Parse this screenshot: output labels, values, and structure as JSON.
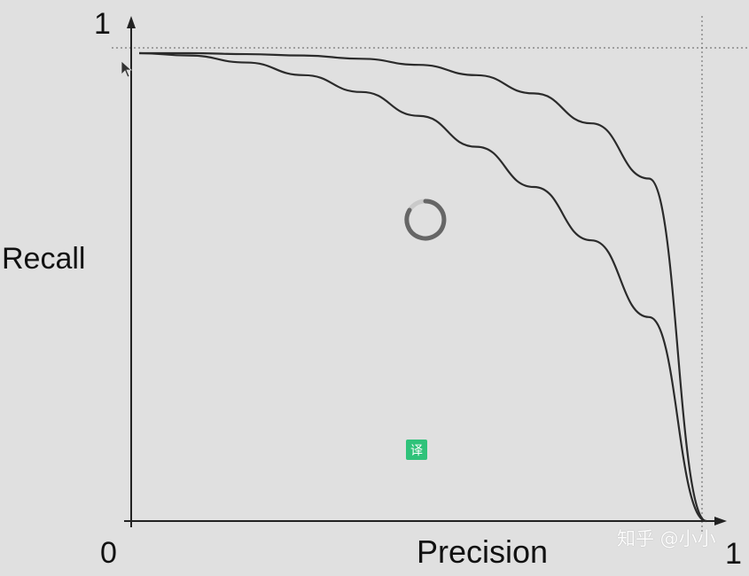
{
  "chart_data": {
    "type": "line",
    "title": "",
    "xlabel": "Precision",
    "ylabel": "Recall",
    "xlim": [
      0,
      1
    ],
    "ylim": [
      0,
      1
    ],
    "origin_label": "0",
    "x_max_label": "1",
    "y_max_label": "1",
    "grid": false,
    "reference_lines": {
      "x": 1,
      "y": 1
    },
    "series": [
      {
        "x": [
          0.0,
          0.1,
          0.2,
          0.3,
          0.4,
          0.5,
          0.6,
          0.7,
          0.8,
          0.9,
          1.0
        ],
        "y": [
          1.0,
          0.995,
          0.98,
          0.953,
          0.917,
          0.866,
          0.8,
          0.714,
          0.6,
          0.436,
          0.0
        ]
      },
      {
        "x": [
          0.0,
          0.1,
          0.2,
          0.3,
          0.4,
          0.5,
          0.6,
          0.7,
          0.8,
          0.9,
          1.0
        ],
        "y": [
          1.0,
          1.0,
          0.998,
          0.995,
          0.988,
          0.975,
          0.953,
          0.914,
          0.85,
          0.732,
          0.0
        ]
      }
    ]
  },
  "overlay": {
    "translate_badge": "译",
    "watermark": "知乎 @小小",
    "spinner_icon": "loading-spinner-icon",
    "cursor_icon": "mouse-cursor-icon"
  }
}
